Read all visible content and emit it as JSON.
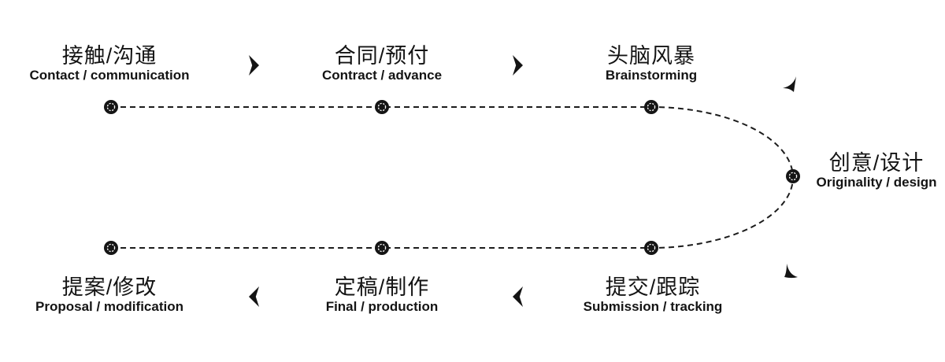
{
  "diagram": {
    "background": "#ffffff",
    "ink": "#161616",
    "stages": [
      {
        "key": "contact",
        "zh": "接触/沟通",
        "en": "Contact / communication"
      },
      {
        "key": "contract",
        "zh": "合同/预付",
        "en": "Contract / advance"
      },
      {
        "key": "brainstorming",
        "zh": "头脑风暴",
        "en": "Brainstorming"
      },
      {
        "key": "originality",
        "zh": "创意/设计",
        "en": "Originality / design"
      },
      {
        "key": "submission",
        "zh": "提交/跟踪",
        "en": "Submission / tracking"
      },
      {
        "key": "final",
        "zh": "定稿/制作",
        "en": "Final / production"
      },
      {
        "key": "proposal",
        "zh": "提案/修改",
        "en": "Proposal / modification"
      }
    ],
    "icons": {
      "forward": "chevron-right-icon",
      "backward": "chevron-left-icon",
      "turn": "curved-arrowhead-icon",
      "node": "bullseye-dot-icon"
    }
  }
}
